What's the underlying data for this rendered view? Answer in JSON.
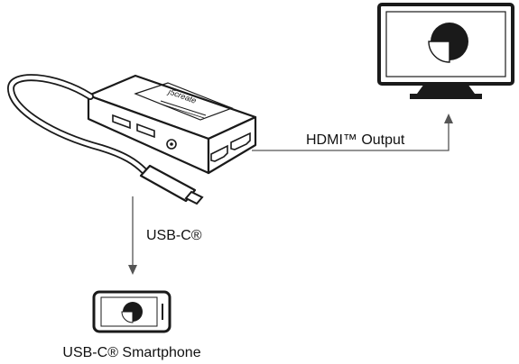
{
  "labels": {
    "hdmi_output": "HDMI™ Output",
    "usb_c": "USB-C®",
    "smartphone": "USB-C® Smartphone"
  },
  "device": {
    "brand": "j5create"
  },
  "colors": {
    "stroke": "#1a1a1a",
    "fill": "#ffffff",
    "arrow": "#555555"
  },
  "icons": {
    "monitor": "monitor-icon",
    "adapter": "usb-c-hdmi-adapter-icon",
    "phone": "smartphone-icon",
    "display_glyph": "screen-mirror-icon"
  }
}
